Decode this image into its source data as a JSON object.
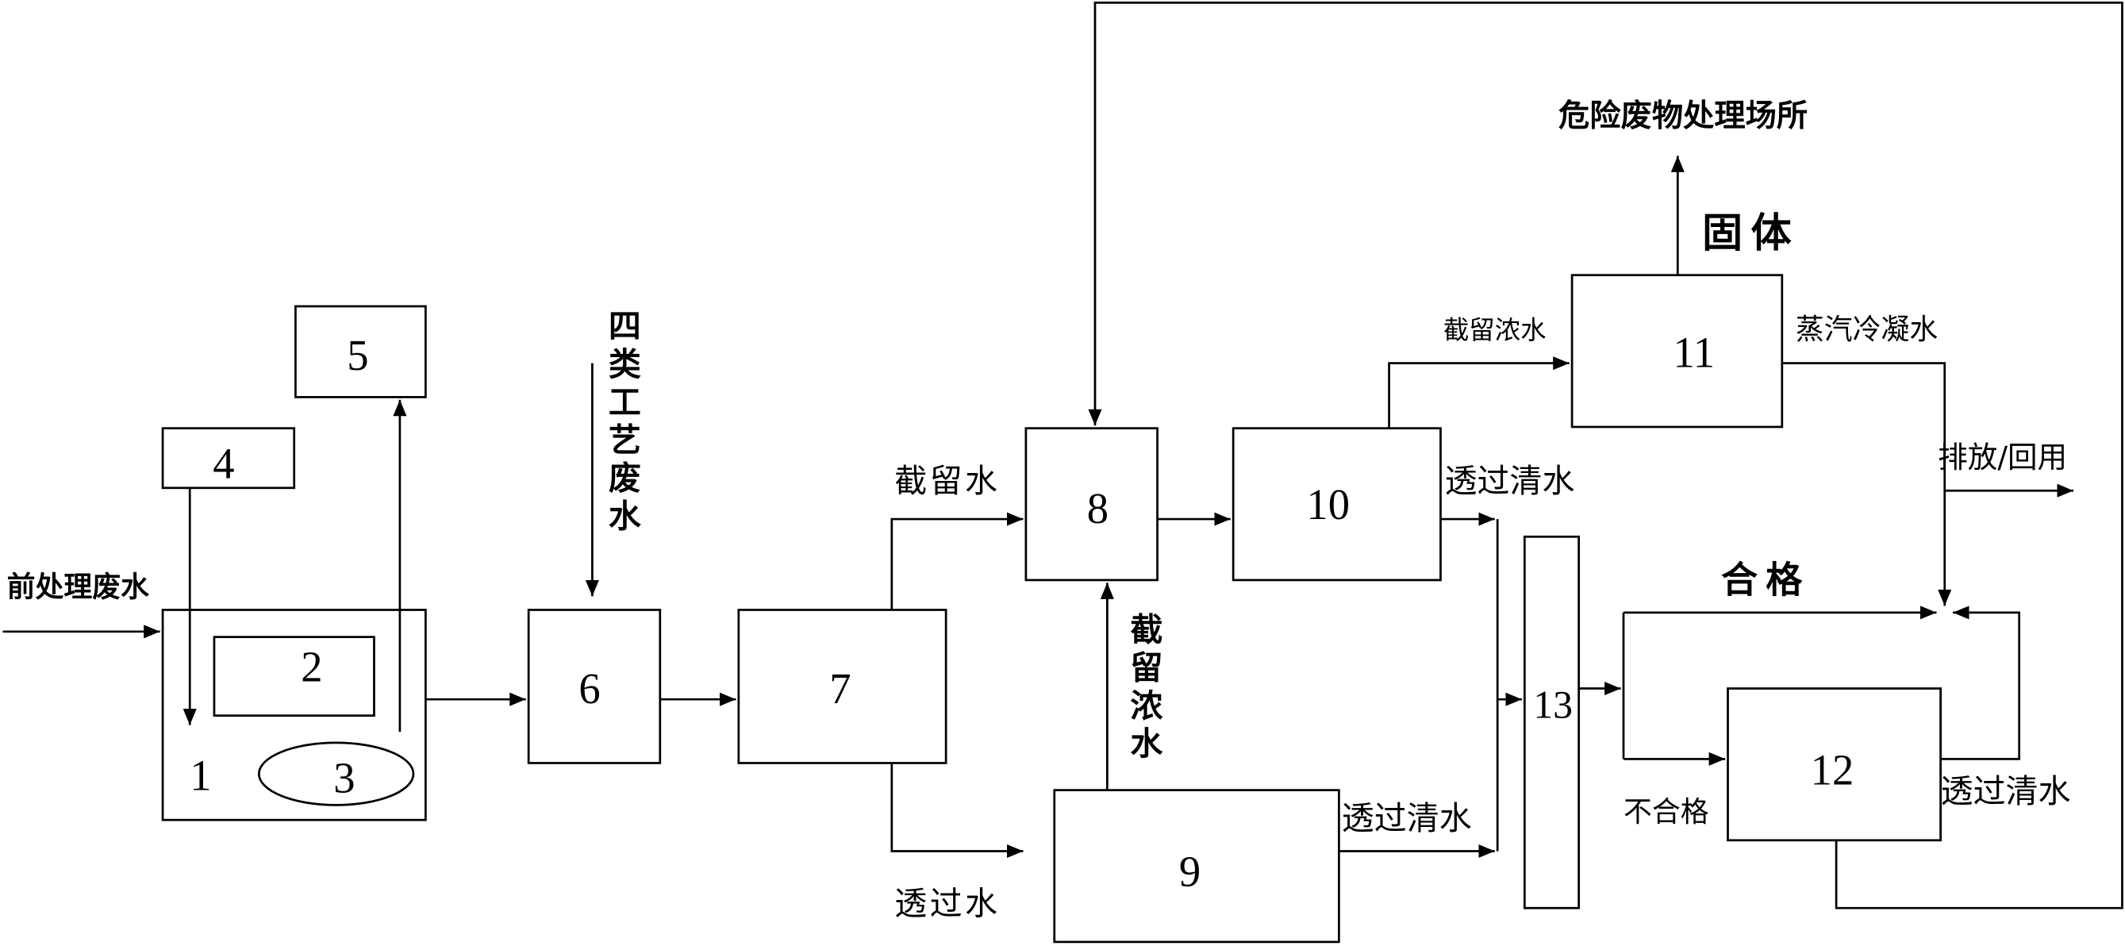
{
  "units": {
    "u1": "1",
    "u2": "2",
    "u3": "3",
    "u4": "4",
    "u5": "5",
    "u6": "6",
    "u7": "7",
    "u8": "8",
    "u9": "9",
    "u10": "10",
    "u11": "11",
    "u12": "12",
    "u13": "13"
  },
  "flow_labels": {
    "pretreatment_wastewater": "前处理废水",
    "four_class_process_wastewater": "四类工艺废水",
    "unit7_retained_water": "截留水",
    "unit7_permeate_water": "透过水",
    "unit9_retained_concentrate": "截留浓水",
    "unit9_permeate_clear_water": "透过清水",
    "unit10_retained_concentrate": "截留浓水",
    "unit10_permeate_clear_water": "透过清水",
    "hazardous_waste_facility": "危险废物处理场所",
    "unit11_solids": "固体",
    "unit11_steam_condensate": "蒸汽冷凝水",
    "discharge_reuse": "排放/回用",
    "qualified": "合格",
    "unqualified": "不合格",
    "unit12_permeate_clear_water": "透过清水"
  },
  "colors": {
    "line": "#000000",
    "background": "#ffffff"
  }
}
